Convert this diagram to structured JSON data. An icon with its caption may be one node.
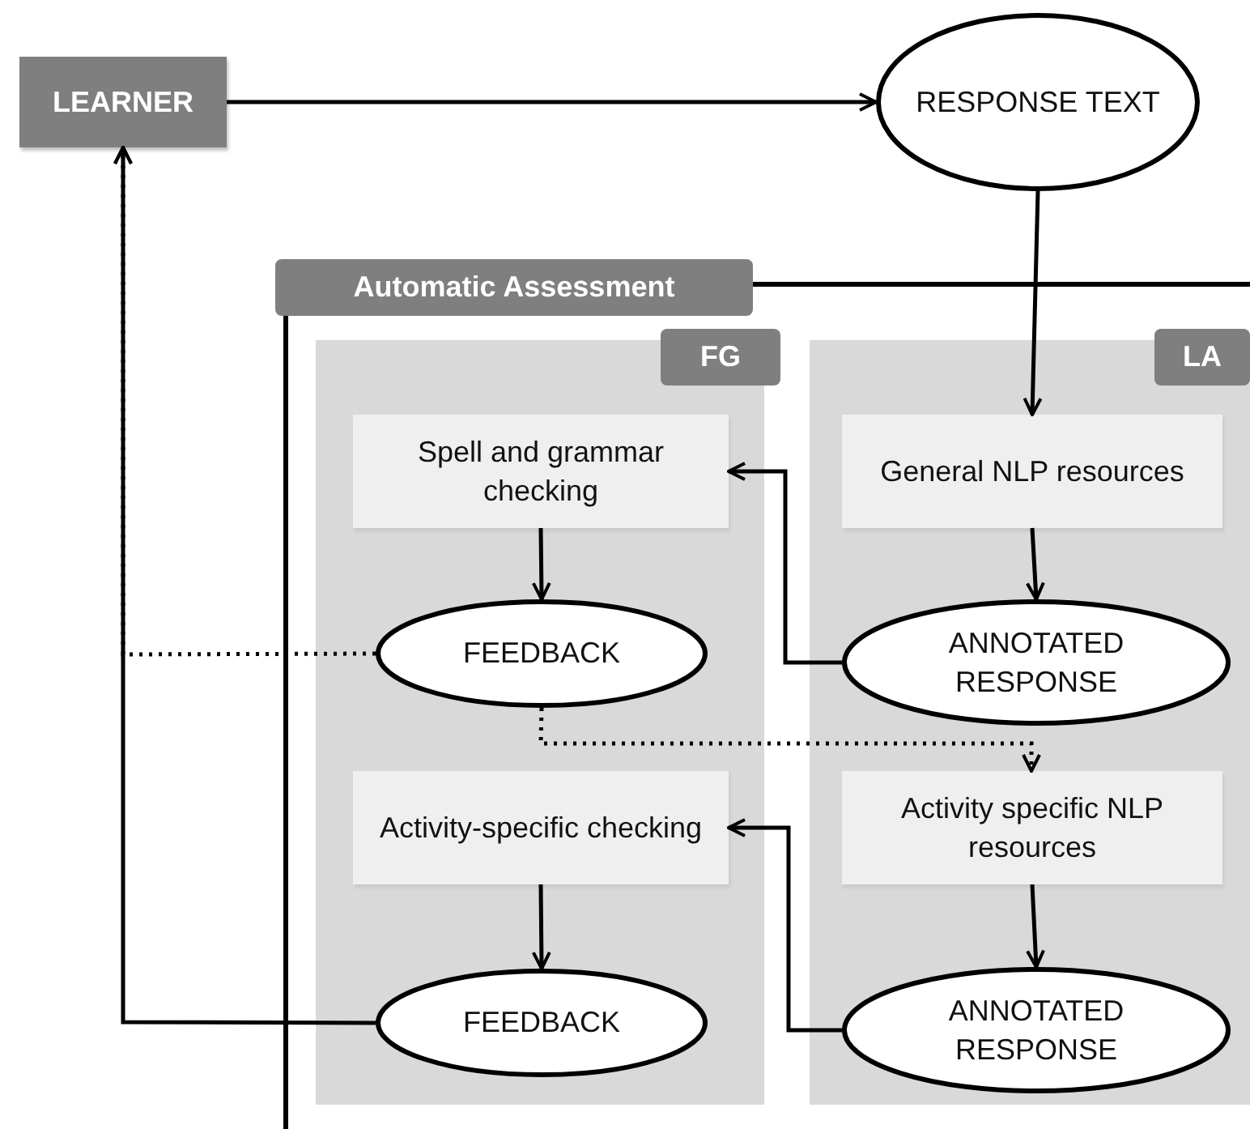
{
  "diagram": {
    "nodes": [
      {
        "text": [
          "LEARNER"
        ]
      },
      {
        "text": [
          "RESPONSE TEXT"
        ]
      },
      {
        "text": [
          "Automatic Assessment"
        ]
      },
      {
        "text": [
          "FG"
        ],
        "in": 2
      },
      {
        "text": [
          "LA"
        ],
        "in": 2
      },
      {
        "text": [
          "Spell and grammar checking"
        ],
        "in": 3
      },
      {
        "text": [
          "FEEDBACK"
        ],
        "in": 3
      },
      {
        "text": [
          "Activity-specific checking"
        ],
        "in": 3
      },
      {
        "text": [
          "FEEDBACK"
        ],
        "in": 3
      },
      {
        "text": [
          "General NLP resources"
        ],
        "in": 4
      },
      {
        "text": [
          "ANNOTATED RESPONSE"
        ],
        "in": 4
      },
      {
        "text": [
          "Activity specific NLP resources"
        ],
        "in": 4
      },
      {
        "text": [
          "ANNOTATED RESPONSE"
        ],
        "in": 4
      }
    ],
    "edges": [
      {
        "from": 0,
        "to": 1,
        "arrow": "to"
      },
      {
        "from": 1,
        "to": 9,
        "arrow": "to"
      },
      {
        "from": 9,
        "to": 10,
        "arrow": "to"
      },
      {
        "from": 10,
        "to": 5,
        "arrow": "to"
      },
      {
        "from": 5,
        "to": 6,
        "arrow": "to"
      },
      {
        "from": 6,
        "to": 0,
        "arrow": "to",
        "style": "dashed"
      },
      {
        "from": 6,
        "to": 11,
        "arrow": "to",
        "style": "dashed"
      },
      {
        "from": 11,
        "to": 12,
        "arrow": "to"
      },
      {
        "from": 12,
        "to": 7,
        "arrow": "to"
      },
      {
        "from": 7,
        "to": 8,
        "arrow": "to"
      },
      {
        "from": 8,
        "to": 0,
        "arrow": "to"
      }
    ]
  }
}
